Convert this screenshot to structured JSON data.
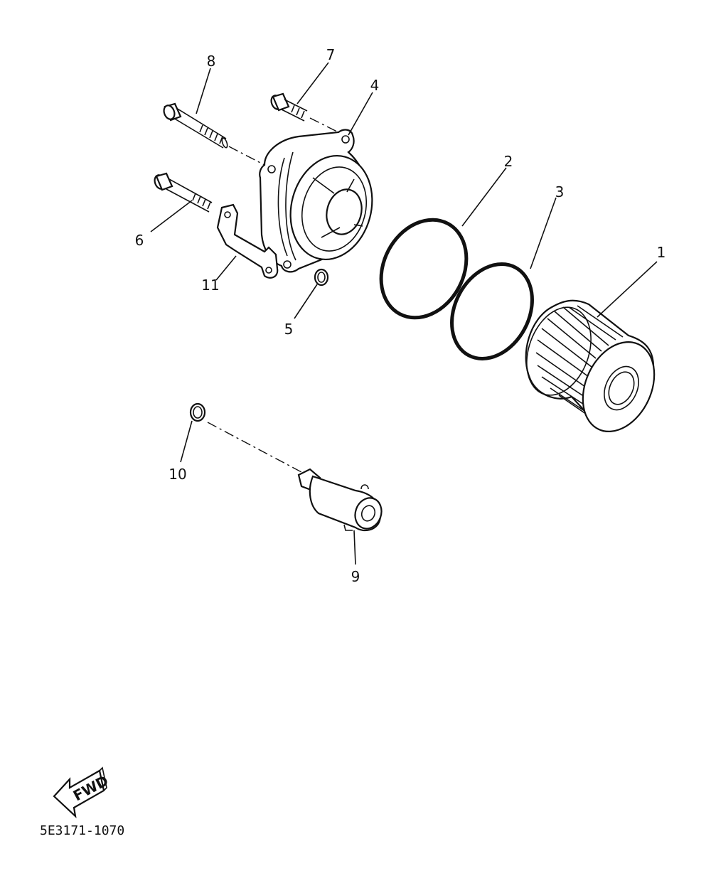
{
  "diagram": {
    "parts": [
      {
        "number": "1"
      },
      {
        "number": "2"
      },
      {
        "number": "3"
      },
      {
        "number": "4"
      },
      {
        "number": "5"
      },
      {
        "number": "6"
      },
      {
        "number": "7"
      },
      {
        "number": "8"
      },
      {
        "number": "9"
      },
      {
        "number": "10"
      },
      {
        "number": "11"
      }
    ],
    "direction_label": "FWD",
    "drawing_code": "5E3171-1070"
  }
}
